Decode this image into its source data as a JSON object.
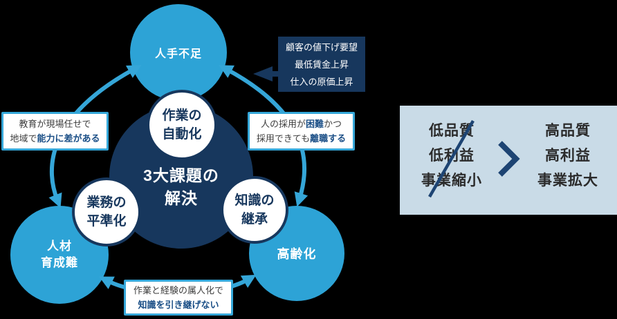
{
  "colors": {
    "background": "#000000",
    "light_blue": "#2da3d6",
    "arrow_blue": "#35a6d8",
    "navy": "#17375d",
    "panel_bg": "#c9dbe7",
    "body_text": "#3c3c3c",
    "emphasis_text": "#1a4e86",
    "panel_text": "#2b2b2b"
  },
  "cycle": {
    "center": {
      "lines": [
        "3大課題の",
        "解決"
      ]
    },
    "solutions": {
      "automation": {
        "lines": [
          "作業の",
          "自動化"
        ]
      },
      "standardization": {
        "lines": [
          "業務の",
          "平準化"
        ]
      },
      "succession": {
        "lines": [
          "知識の",
          "継承"
        ]
      }
    },
    "problems": {
      "labor_shortage": {
        "label": "人手不足"
      },
      "training_difficulty": {
        "lines": [
          "人材",
          "育成難"
        ]
      },
      "aging": {
        "label": "高齢化"
      }
    }
  },
  "callouts": {
    "external_pressures": {
      "lines": [
        "顧客の値下げ要望",
        "最低賃金上昇",
        "仕入の原価上昇"
      ]
    },
    "education": {
      "line1": "教育が現場任せで",
      "line2_normal": "地域で",
      "line2_em": "能力に差がある"
    },
    "hiring": {
      "line1_pre": "人の採用が",
      "line1_em": "困難",
      "line1_post": "かつ",
      "line2_normal": "採用できても",
      "line2_em": "離職する"
    },
    "knowledge": {
      "line1": "作業と経験の属人化で",
      "line2_em": "知識を引き継げない"
    }
  },
  "outcome_panel": {
    "before": {
      "item1": "低品質",
      "item2": "低利益",
      "item3": "事業縮小"
    },
    "after": {
      "item1": "高品質",
      "item2": "高利益",
      "item3": "事業拡大"
    }
  }
}
